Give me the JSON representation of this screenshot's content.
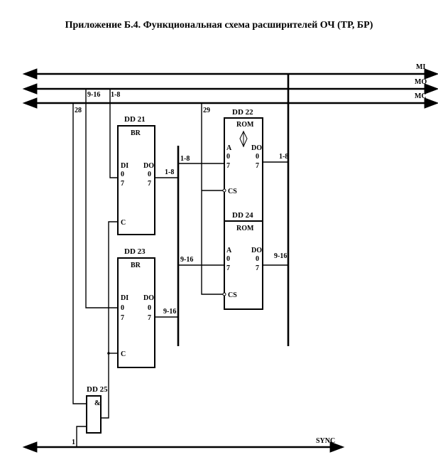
{
  "title": "Приложение Б.4.  Функциональная схема расширителей ОЧ (ТР, БР)",
  "buses": {
    "mi": "MI",
    "mo": "MO",
    "mc": "MC",
    "sync": "SYNC"
  },
  "wires": {
    "w28": "28",
    "w9_16_top": "9-16",
    "w1_8_top": "1-8",
    "w29": "29",
    "dd21_out": "1-8",
    "bus_to_dd22": "1-8",
    "dd22_out": "1-8",
    "bus_to_dd24": "9-16",
    "dd24_out": "9-16",
    "dd23_out": "9-16",
    "sync_tap": "1"
  },
  "chips": {
    "dd21": {
      "name": "DD 21",
      "type": "BR",
      "in": "DI",
      "out": "DO",
      "bit0": "0",
      "bit7": "7",
      "clk": "C"
    },
    "dd22": {
      "name": "DD 22",
      "type": "ROM",
      "addr": "A",
      "out": "DO",
      "bit0": "0",
      "bit7": "7",
      "cs": "CS"
    },
    "dd23": {
      "name": "DD 23",
      "type": "BR",
      "in": "DI",
      "out": "DO",
      "bit0": "0",
      "bit7": "7",
      "clk": "C"
    },
    "dd24": {
      "name": "DD 24",
      "type": "ROM",
      "addr": "A",
      "out": "DO",
      "bit0": "0",
      "bit7": "7",
      "cs": "CS"
    },
    "dd25": {
      "name": "DD 25",
      "type": "&"
    }
  }
}
